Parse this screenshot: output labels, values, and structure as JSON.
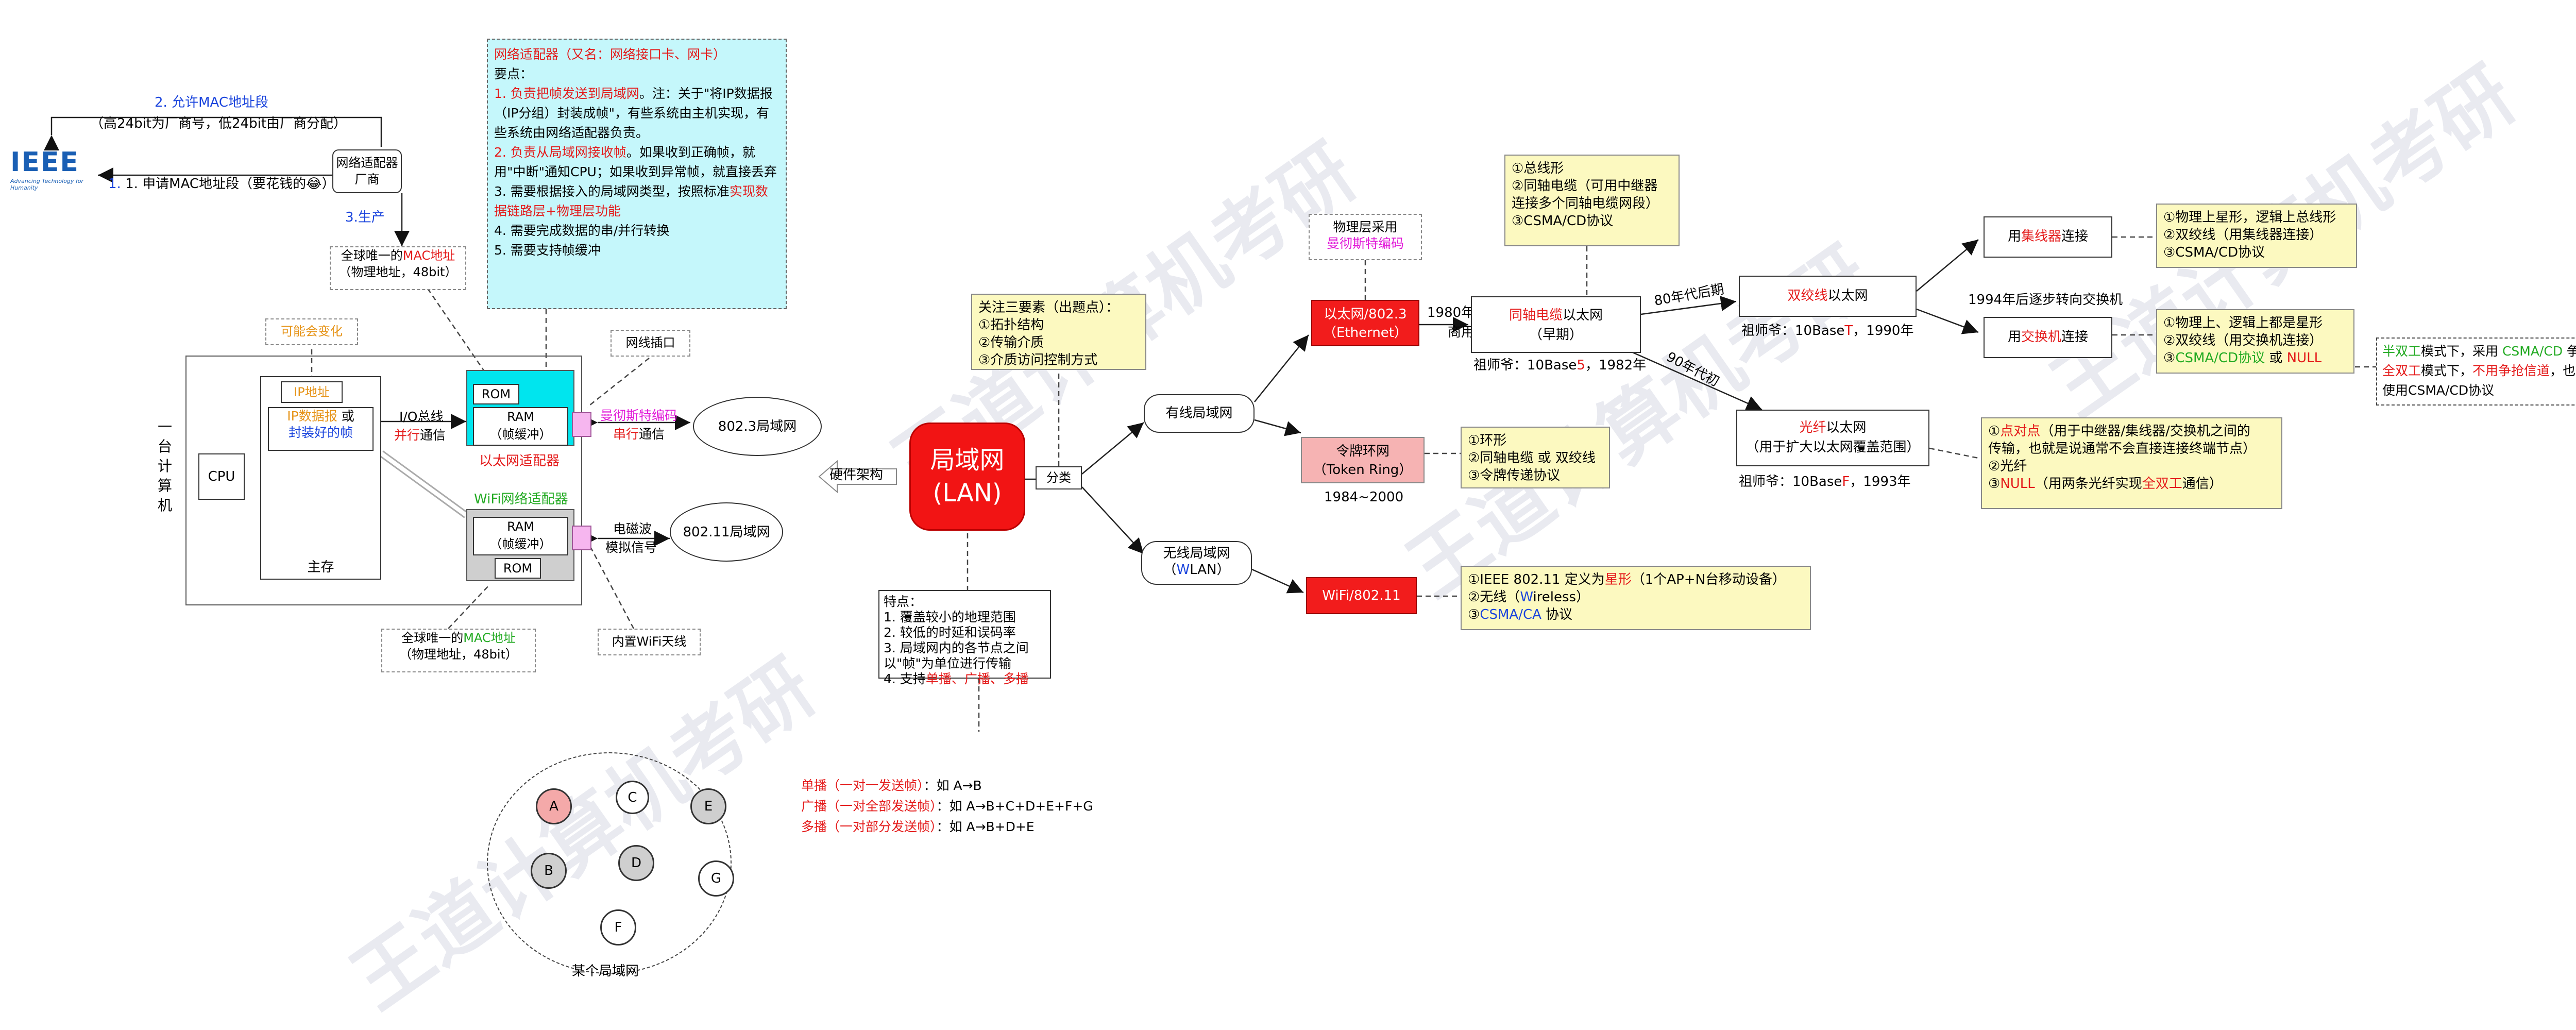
{
  "colors": {
    "accent_red": "#e41a1a",
    "lan_red": "#f21414",
    "cyan": "#00e5ee",
    "yellow_box": "#fcf9c0",
    "light_cyan": "#c5f7fb",
    "green": "#22aa22",
    "blue": "#1a44dd",
    "magenta": "#e21ad9",
    "orange": "#e69419"
  },
  "icons": [
    "ieee-logo",
    "arrow-icon"
  ],
  "ieee": {
    "logo_text": "IEEE",
    "tagline": "Advancing Technology for Humanity"
  },
  "mac_alloc": {
    "allow_title": "2. 允许MAC地址段",
    "allow_detail": "（高24bit为厂商号，低24bit由厂商分配）",
    "apply": "1. 申请MAC地址段（要花钱的😂）",
    "produce": "3.生产",
    "vendor": "网络适配器厂商"
  },
  "adapter_note": {
    "title": "网络适配器（又名：网络接口卡、网卡）",
    "subtitle": "要点：",
    "p1_red": "1. 负责把帧发送到局域网",
    "p1_rest": "。注：关于\"将IP数据报（IP分组）封装成帧\"，有些系统由主机实现，有些系统由网络适配器负责。",
    "p2_red": "2. 负责从局域网接收帧",
    "p2_rest": "。如果收到正确帧，就用\"中断\"通知CPU；如果收到异常帧，就直接丢弃",
    "p3_a": "3. 需要根据接入的局域网类型，按照标准",
    "p3_red": "实现数据链路层+物理层功能",
    "p4": "4. 需要完成数据的串/并行转换",
    "p5": "5. 需要支持帧缓冲"
  },
  "computer": {
    "side_label": "一台计算机",
    "cpu": "CPU",
    "mem": "主存",
    "ip_addr": "IP地址",
    "ip_pkt_a": "IP数据报",
    "ip_pkt_b": " 或",
    "ip_pkt_c": "封装好的帧",
    "bus_a": "I/O总线",
    "bus_b": "并行",
    "bus_c": "通信",
    "may_change": "可能会变化",
    "eth_rom": "ROM",
    "eth_ram": "RAM\n（帧缓冲）",
    "eth_label": "以太网适配器",
    "wifi_label": "WiFi网络适配器",
    "wifi_ram": "RAM\n（帧缓冲）",
    "wifi_rom": "ROM",
    "mac_eth_a": "全球唯一的",
    "mac_eth_b": "MAC地址",
    "mac_eth_c": "（物理地址，48bit）",
    "mac_wifi_a": "全球唯一的",
    "mac_wifi_b": "MAC地址",
    "mac_wifi_c": "（物理地址，48bit）",
    "port": "网线插口",
    "manchester": "曼彻斯特编码",
    "serial_a": "串行",
    "serial_b": "通信",
    "em_a": "电磁波",
    "em_b": "模拟信号",
    "antenna": "内置WiFi天线",
    "cloud_eth": "802.3局域网",
    "cloud_wifi": "802.11局域网"
  },
  "hw_arch": "硬件架构",
  "lan": {
    "line1": "局域网",
    "line2": "(LAN)"
  },
  "classify": "分类",
  "three_elements": {
    "title": "关注三要素（出题点）：",
    "a": "①拓扑结构",
    "b": "②传输介质",
    "c": "③介质访问控制方式"
  },
  "features": {
    "title": "特点：",
    "f1": "1. 覆盖较小的地理范围",
    "f2": "2. 较低的时延和误码率",
    "f3": "3. 局域网内的各节点之间以\"帧\"为单位进行传输",
    "f4_a": "4. 支持",
    "f4_b": "单播、广播、多播"
  },
  "casts": [
    {
      "name": "单播（一对一发送帧）",
      "rest": "：如 A→B"
    },
    {
      "name": "广播（一对全部发送帧）",
      "rest": "：如 A→B+C+D+E+F+G"
    },
    {
      "name": "多播（一对部分发送帧）",
      "rest": "：如 A→B+D+E"
    }
  ],
  "some_lan": "某个局域网",
  "nodes": [
    "A",
    "C",
    "E",
    "B",
    "D",
    "G",
    "F"
  ],
  "wired": "有线局域网",
  "wireless_a": "无线局域网",
  "wireless_b": "（",
  "wireless_c": "W",
  "wireless_d": "LAN）",
  "ethernet": {
    "line1": "以太网/802.3",
    "line2": "（Ethernet）"
  },
  "phys_layer": {
    "a": "物理层采用",
    "b": "曼彻斯特编码"
  },
  "token_ring": {
    "line1": "令牌环网",
    "line2": "（Token Ring）",
    "years": "1984~2000"
  },
  "token_note": {
    "a": "①环形",
    "b": "②同轴电缆 或 双绞线",
    "c": "③令牌传递协议"
  },
  "wifi": "WiFi/802.11",
  "wifi_note": {
    "a1": "①IEEE 802.11 定义为",
    "a2": "星形",
    "a3": "（1个AP+N台移动设备）",
    "b1": "②无线（",
    "b2": "W",
    "b3": "ireless）",
    "c1": "③",
    "c2": "CSMA/CA",
    "c3": " 协议"
  },
  "coax_early": {
    "a": "同轴电缆",
    "b": "以太网",
    "c": "（早期）"
  },
  "coax_label": {
    "a": "1980年开始",
    "b": "商用"
  },
  "coax_ancestor_a": "祖师爷：10Base",
  "coax_ancestor_b": "5",
  "coax_ancestor_c": "，1982年",
  "coax_note": {
    "a": "①总线形",
    "b": "②同轴电缆（可用中继器",
    "c": "连接多个同轴电缆网段）",
    "d": "③CSMA/CD协议"
  },
  "twisted": {
    "a": "双绞线",
    "b": "以太网"
  },
  "era80": "80年代后期",
  "era90": "90年代初",
  "twisted_ancestor_a": "祖师爷：10Base",
  "twisted_ancestor_b": "T",
  "twisted_ancestor_c": "，1990年",
  "shift_1994": "1994年后逐步转向交换机",
  "hub": {
    "a": "用",
    "b": "集线器",
    "c": "连接"
  },
  "hub_note": {
    "a": "①物理上星形，逻辑上总线形",
    "b": "②双绞线（用集线器连接）",
    "c": "③CSMA/CD协议"
  },
  "switch": {
    "a": "用",
    "b": "交换机",
    "c": "连接"
  },
  "switch_note": {
    "a": "①物理上、逻辑上都是星形",
    "b": "②双绞线（用交换机连接）",
    "c1": "③",
    "c2": "CSMA/CD协议",
    "c3": " 或 ",
    "c4": "NULL"
  },
  "duplex_note": {
    "a1": "半双工",
    "a2": "模式下，采用 ",
    "a3": "CSMA/CD",
    "a4": " 争抢信道",
    "b1": "全双工",
    "b2": "模式下，",
    "b3": "不用争抢信道",
    "b4": "，也就不需要",
    "c": "使用CSMA/CD协议"
  },
  "fiber": {
    "a": "光纤",
    "b": "以太网",
    "c": "（用于扩大以太网覆盖范围）"
  },
  "fiber_ancestor_a": "祖师爷：10Base",
  "fiber_ancestor_b": "F",
  "fiber_ancestor_c": "，1993年",
  "fiber_note": {
    "a1": "①",
    "a2": "点对点",
    "a3": "（用于中继器/集线器/交换机之间的",
    "a4": "传输，也就是说通常不会直接连接终端节点）",
    "b": "②光纤",
    "c1": "③",
    "c2": "NULL",
    "c3": "（用两条光纤实现",
    "c4": "全双工",
    "c5": "通信）"
  },
  "watermark": "王道计算机考研"
}
